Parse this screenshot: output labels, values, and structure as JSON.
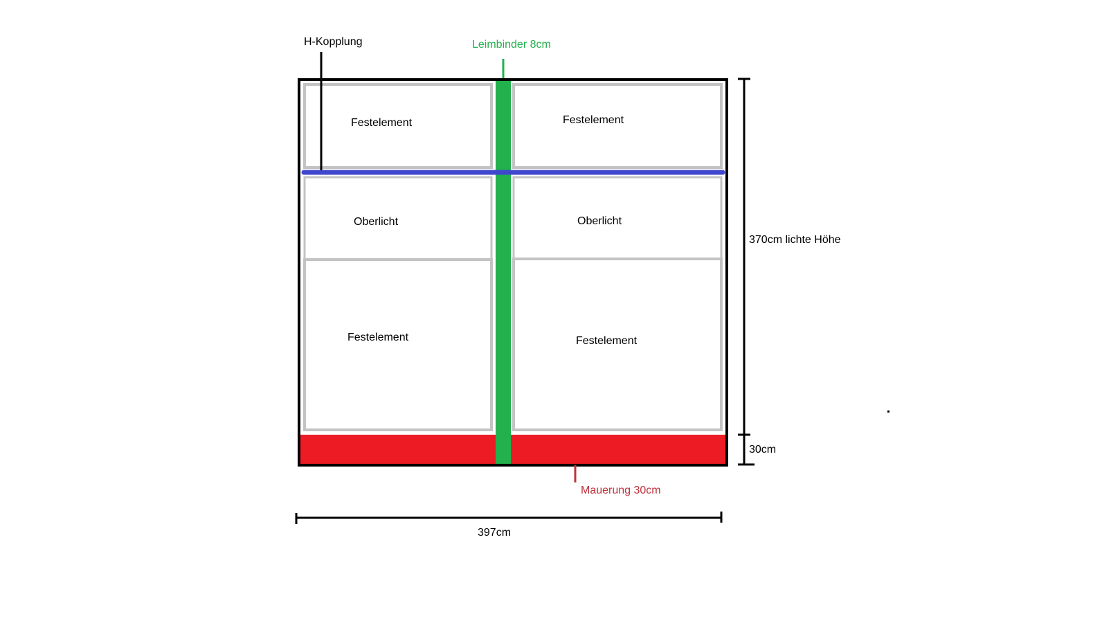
{
  "labels": {
    "h_kopplung": "H-Kopplung",
    "leimbinder": "Leimbinder 8cm",
    "mauerung": "Mauerung 30cm",
    "height_clear": "370cm lichte Höhe",
    "height_wall": "30cm",
    "width": "397cm"
  },
  "panels": {
    "top_left": "Festelement",
    "top_right": "Festelement",
    "mid_left": "Oberlicht",
    "mid_right": "Oberlicht",
    "bottom_left": "Festelement",
    "bottom_right": "Festelement"
  },
  "colors": {
    "frame": "#000000",
    "panel_border": "#c3c3c3",
    "leimbinder": "#22b14c",
    "kopplung": "#3f48cc",
    "mauerung": "#ed1c24",
    "leimbinder_text": "#22b14c",
    "mauerung_text": "#c0303a",
    "text": "#000000"
  }
}
